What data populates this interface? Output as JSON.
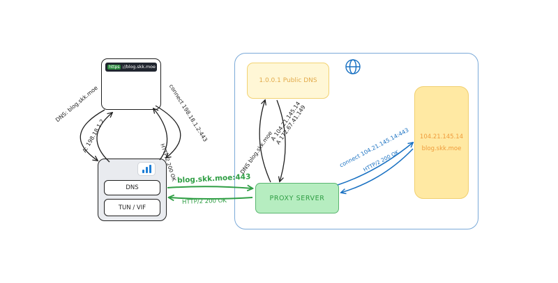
{
  "colors": {
    "green": "#2f9e44",
    "blue": "#1971c2",
    "orange": "#ef9b3a",
    "black": "#1e1e1e"
  },
  "browser": {
    "url_scheme": "https",
    "url_rest": "://blog.skk.moe"
  },
  "client": {
    "dns": "DNS",
    "tun": "TUN / VIF"
  },
  "local_flow": {
    "dns_query": "DNS: blog.skk.moe",
    "dns_answer": "A: 198.18.1.2",
    "connect": "connect 198.18.1.2:443",
    "response": "HTTP/2 200 OK"
  },
  "tunnel": {
    "connect": "blog.skk.moe:443",
    "response": "HTTP/2 200 OK"
  },
  "remote": {
    "public_dns": "1.0.0.1 Public DNS",
    "proxy": "PROXY SERVER",
    "dns_query": "DNS blog.skk.moe",
    "dns_answer_a": "A 104.21.145.14",
    "dns_answer_b": "A 172.67.41.149",
    "connect": "connect 104.21.145.14:443",
    "response": "HTTP/2 200 OK",
    "website_ip": "104.21.145.14",
    "website_host": "blog.skk.moe"
  }
}
